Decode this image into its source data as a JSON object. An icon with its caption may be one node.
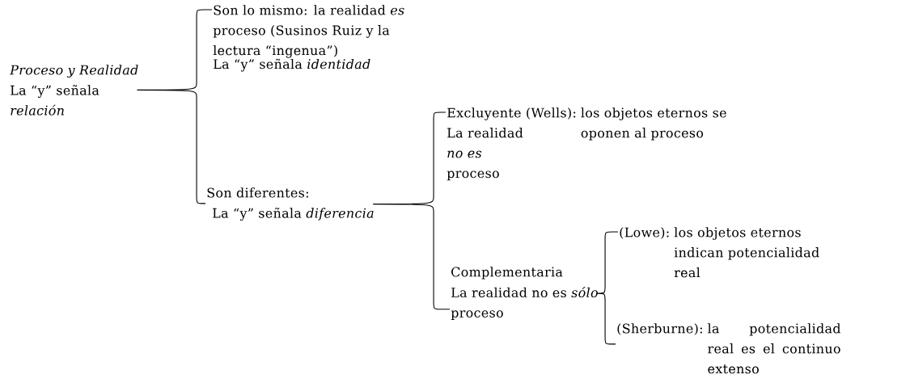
{
  "diagram": {
    "nodes": [
      {
        "text": [
          "Proceso y Realidad",
          "La “y” señala *relación*"
        ]
      },
      {
        "text": [
          "Son lo mismo: la realidad *es* proceso (Susinos Ruiz y la lectura “ingenua”)",
          "La “y” señala *identidad*"
        ]
      },
      {
        "text": [
          "Son diferentes:",
          "La “y” señala *diferencia*"
        ]
      },
      {
        "text": [
          "Excluyente (Wells):",
          "los objetos eternos se oponen al proceso",
          "La realidad *no es* proceso"
        ]
      },
      {
        "text": [
          "Complementaria",
          "La realidad no es *sólo* proceso"
        ]
      },
      {
        "text": [
          "(Lowe):",
          "los objetos eternos indican potencialidad real"
        ]
      },
      {
        "text": [
          "(Sherburne):",
          "la potencialidad real es el continuo extenso"
        ]
      }
    ],
    "edges": [
      {
        "from": 0,
        "to": 1,
        "arrow": "none"
      },
      {
        "from": 0,
        "to": 2,
        "arrow": "none"
      },
      {
        "from": 2,
        "to": 3,
        "arrow": "none"
      },
      {
        "from": 2,
        "to": 4,
        "arrow": "none"
      },
      {
        "from": 4,
        "to": 5,
        "arrow": "none"
      },
      {
        "from": 4,
        "to": 6,
        "arrow": "none"
      }
    ]
  }
}
